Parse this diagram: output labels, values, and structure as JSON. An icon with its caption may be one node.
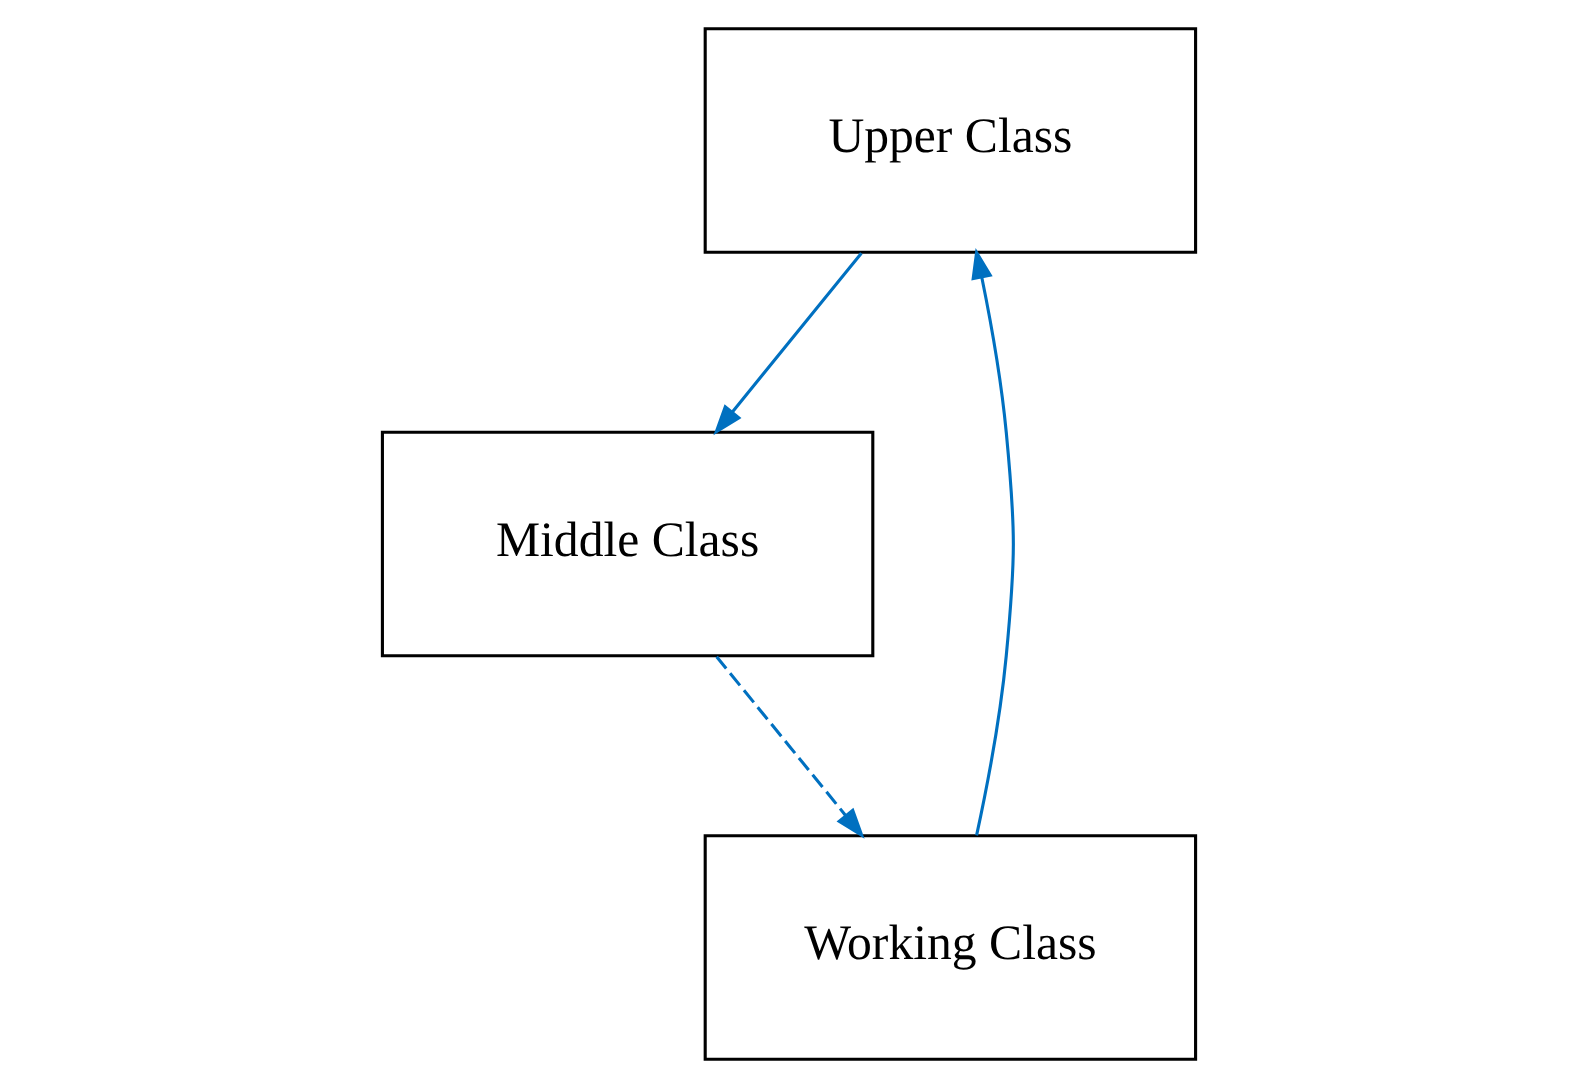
{
  "diagram": {
    "nodes": [
      {
        "text": [
          "Upper Class"
        ]
      },
      {
        "text": [
          "Middle Class"
        ]
      },
      {
        "text": [
          "Working Class"
        ]
      }
    ],
    "edges": [
      {
        "from": 0,
        "to": 1,
        "arrow": "to"
      },
      {
        "from": 1,
        "to": 2,
        "arrow": "to",
        "style": "dashed"
      },
      {
        "from": 2,
        "to": 0,
        "arrow": "to"
      }
    ]
  }
}
